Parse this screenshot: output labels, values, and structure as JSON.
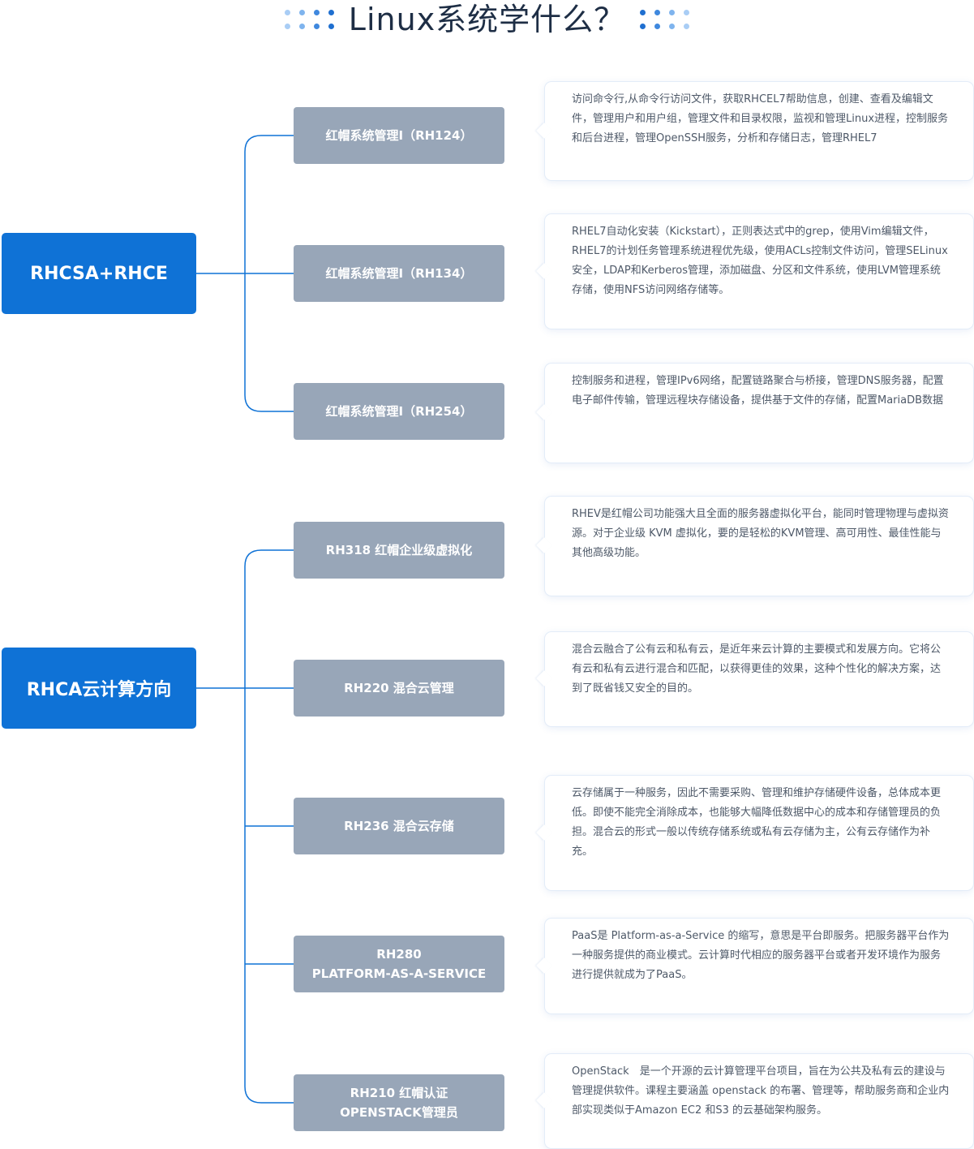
{
  "title": "Linux系统学什么？",
  "colors": {
    "root": "#0f72d6",
    "course": "#98a6b8",
    "connector": "#0f72d6",
    "dot_dark": "#1f6fd0",
    "dot_light": "#a9cdf5"
  },
  "groups": [
    {
      "root": "RHCSA+RHCE",
      "courses": [
        {
          "label": "红帽系统管理I（RH124）",
          "description": "访问命令行,从命令行访问文件，获取RHCEL7帮助信息，创建、查看及编辑文件，管理用户和用户组，管理文件和目录权限，监视和管理Linux进程，控制服务和后台进程，管理OpenSSH服务，分析和存储日志，管理RHEL7"
        },
        {
          "label": "红帽系统管理I（RH134）",
          "description": "RHEL7自动化安装（Kickstart），正则表达式中的grep，使用Vim编辑文件，RHEL7的计划任务管理系统进程优先级，使用ACLs控制文件访问，管理SELinux安全，LDAP和Kerberos管理，添加磁盘、分区和文件系统，使用LVM管理系统存储，使用NFS访问网络存储等。"
        },
        {
          "label": "红帽系统管理I（RH254）",
          "description": "控制服务和进程，管理IPv6网络，配置链路聚合与桥接，管理DNS服务器，配置电子邮件传输，管理远程块存储设备，提供基于文件的存储，配置MariaDB数据"
        }
      ]
    },
    {
      "root": "RHCA云计算方向",
      "courses": [
        {
          "label": "RH318 红帽企业级虚拟化",
          "description": "RHEV是红帽公司功能强大且全面的服务器虚拟化平台，能同时管理物理与虚拟资源。对于企业级 KVM 虚拟化，要的是轻松的KVM管理、高可用性、最佳性能与其他高级功能。"
        },
        {
          "label": "RH220 混合云管理",
          "description": "混合云融合了公有云和私有云，是近年来云计算的主要模式和发展方向。它将公有云和私有云进行混合和匹配，以获得更佳的效果，这种个性化的解决方案，达到了既省钱又安全的目的。"
        },
        {
          "label": "RH236 混合云存储",
          "description": "云存储属于一种服务，因此不需要采购、管理和维护存储硬件设备，总体成本更低。即使不能完全消除成本，也能够大幅降低数据中心的成本和存储管理员的负担。混合云的形式一般以传统存储系统或私有云存储为主，公有云存储作为补充。"
        },
        {
          "label": "RH280\nPLATFORM-AS-A-SERVICE",
          "description": "PaaS是 Platform-as-a-Service 的缩写，意思是平台即服务。把服务器平台作为一种服务提供的商业模式。云计算时代相应的服务器平台或者开发环境作为服务进行提供就成为了PaaS。"
        },
        {
          "label": "RH210  红帽认证\nOPENSTACK管理员",
          "description": "OpenStack　是一个开源的云计算管理平台项目，旨在为公共及私有云的建设与管理提供软件。课程主要涵盖 openstack 的布署、管理等，帮助服务商和企业内部实现类似于Amazon EC2  和S3 的云基础架构服务。"
        }
      ]
    }
  ]
}
